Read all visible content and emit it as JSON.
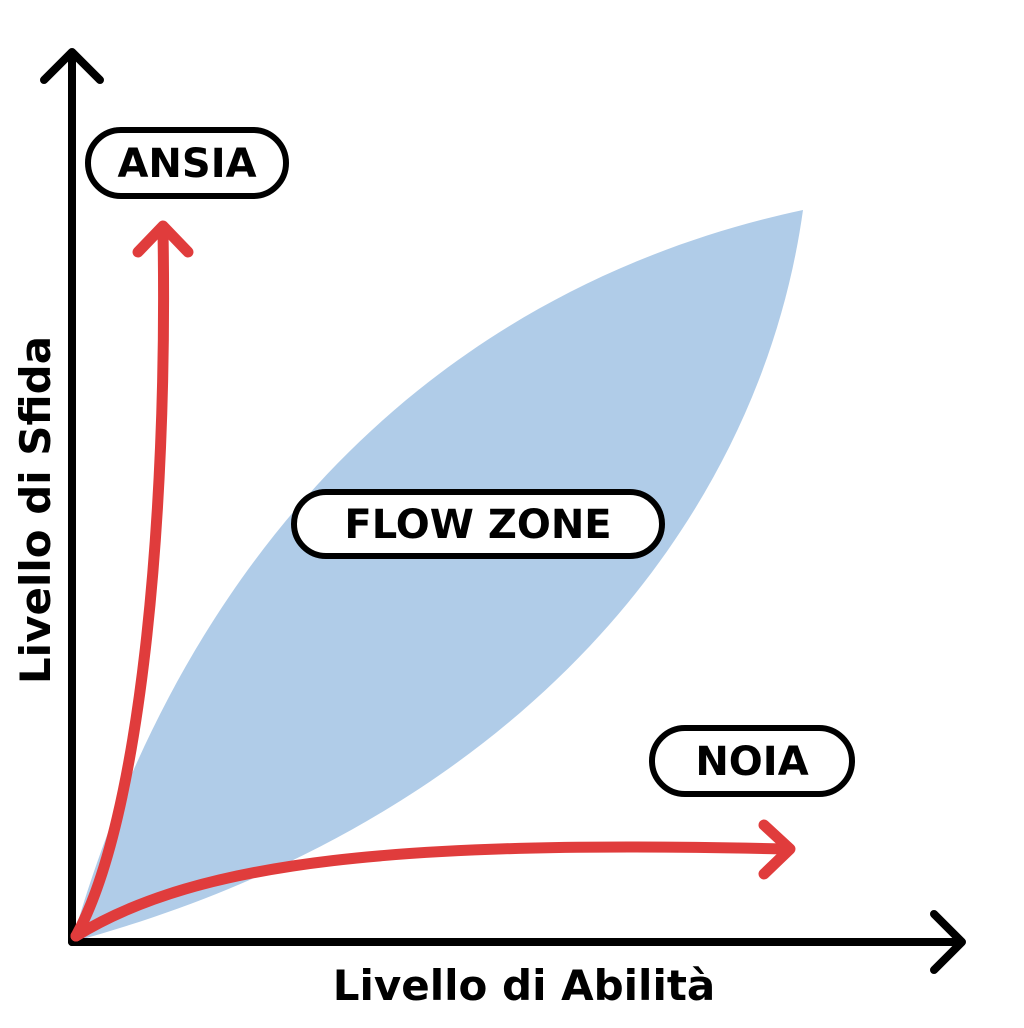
{
  "diagram": {
    "x_axis_label": "Livello di Abilità",
    "y_axis_label": "Livello di Sfida",
    "zones": {
      "anxiety": "ANSIA",
      "flow": "FLOW ZONE",
      "boredom": "NOIA"
    },
    "colors": {
      "flow_zone_fill": "#B0CCE8",
      "arrow": "#E03C3C",
      "axis": "#000000",
      "background": "#FFFFFF"
    },
    "icons": {
      "axis_arrowheads": "chevron-arrow-icon",
      "path_arrowheads": "chevron-arrow-icon"
    }
  }
}
